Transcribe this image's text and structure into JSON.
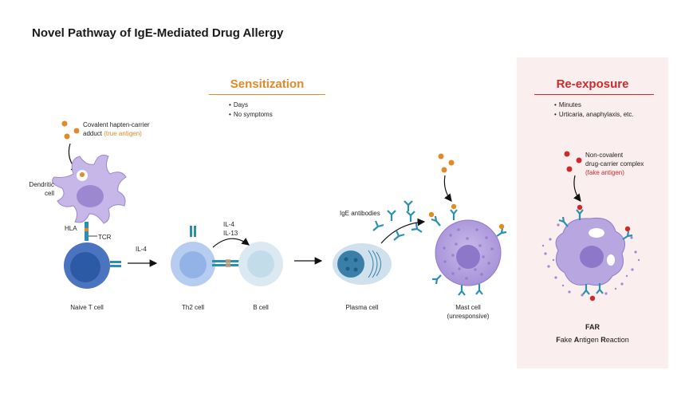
{
  "title": "Novel Pathway of IgE-Mediated Drug Allergy",
  "sensitization": {
    "heading": "Sensitization",
    "bullets": [
      "Days",
      "No symptoms"
    ]
  },
  "reexposure": {
    "heading": "Re-exposure",
    "bullets": [
      "Minutes",
      "Urticaria, anaphylaxis, etc."
    ]
  },
  "labels": {
    "adduct_line1": "Covalent hapten-carrier",
    "adduct_line2_prefix": "adduct ",
    "adduct_true_antigen": "(true antigen)",
    "dendritic_line1": "Dendritic",
    "dendritic_line2": "cell",
    "hla": "HLA",
    "tcr": "TCR",
    "il4_first": "IL-4",
    "il4_second": "IL-4",
    "il13": "IL-13",
    "ige_antibodies": "IgE antibodies",
    "naive_t_cell": "Naive T cell",
    "th2_cell": "Th2 cell",
    "b_cell": "B cell",
    "plasma_cell": "Plasma cell",
    "mast_cell": "Mast cell",
    "mast_unresponsive": "(unresponsive)",
    "noncov_line1": "Non-covalent",
    "noncov_line2": "drug-carrier complex",
    "noncov_fake": "(fake antigen)"
  },
  "far": {
    "title": "FAR",
    "sub_parts": [
      "F",
      "ake ",
      "A",
      "ntigen ",
      "R",
      "eaction"
    ]
  },
  "colors": {
    "sensitization": "#e08a2a",
    "reexposure": "#cc2b2b",
    "panel_bg": "#fbeeee",
    "cell_purple": "#b7a6df",
    "t_cell_blue": "#3f68b5",
    "antibody_teal": "#2a8fb0"
  }
}
